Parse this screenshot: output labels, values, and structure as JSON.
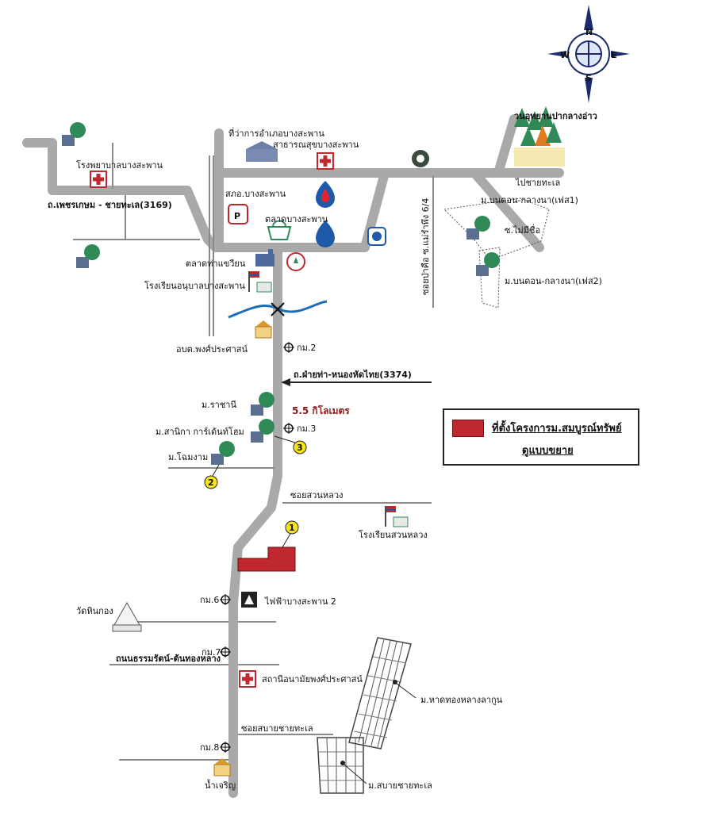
{
  "compass": {
    "n": "N",
    "s": "S",
    "e": "E",
    "w": "W"
  },
  "roads": {
    "phetkasem": "ถ.เพชรเกษม - ชายทะเล(3169)",
    "faitha": "ถ.ฝ่ายท่า-หนองหัดไทย(3374)",
    "to_beach": "ไปชายทะเล",
    "soi_suanluang": "ซอยสวนหลวง",
    "thanon_thamrat": "ถนนธรรมรัตน์-ต้นทองหลาง",
    "soi_sabai": "ซอยสบายชายทะเล",
    "soi_side": "ซอยป่าคือ ซ.แม่รำพึง 6/4"
  },
  "places": {
    "hospital": "โรงพยาบาลบางสะพาน",
    "district_office": "ที่ว่าการอำเภอบางสะพาน",
    "health_office": "สาธารณสุขบางสะพาน",
    "park": "วนอุทยานปากลางอ่าว",
    "pao": "สภอ.บางสะพาน",
    "market": "ตลาดบางสะพาน",
    "market_river": "ตลาดท่าแขวียน",
    "kindergarten": "โรงเรียนอนุบาลบางสะพาน",
    "obt": "อบต.พงศ์ประศาสน์",
    "ban_nuan1": "ม.บนดอน-กลางนา(เฟส1)",
    "ban_nuan2": "ม.บนดอน-กลางนา(เฟส2)",
    "mai_mee": "ซ.ไม่มีชื่อ",
    "rachanee": "ม.ราชานี",
    "sanika": "ม.สานิกา การ์เด้นท์โฮม",
    "chomngam": "ม.โฉมงาม",
    "school_suanluang": "โรงเรียนสวนหลวง",
    "wat": "วัดหินกอง",
    "power": "ไฟฟ้าบางสะพาน 2",
    "health_station": "สถานีอนามัยพงศ์ประศาสน์",
    "hadthong": "ม.หาดทองหลางลากูน",
    "sabai_village": "ม.สบายชายทะเล",
    "namcharoen": "น้ำเจริญ"
  },
  "km": {
    "km2": "กม.2",
    "km3": "กม.3",
    "km6": "กม.6",
    "km7": "กม.7",
    "km8": "กม.8"
  },
  "distance": "5.5 กิโลเมตร",
  "markers": {
    "m1": "1",
    "m2": "2",
    "m3": "3"
  },
  "legend": {
    "line1": "ที่ตั้งโครงการม.สมบูรณ์ทรัพย์",
    "line2": "ดูแบบขยาย",
    "swatch_color": "#c0282f"
  },
  "icons": {
    "compass": "compass-rose-icon",
    "hospital": "red-cross-icon",
    "police": "police-p-icon",
    "gas": "gas-station-icon",
    "school": "flag-school-icon",
    "temple": "temple-icon",
    "tree": "tree-icon"
  }
}
